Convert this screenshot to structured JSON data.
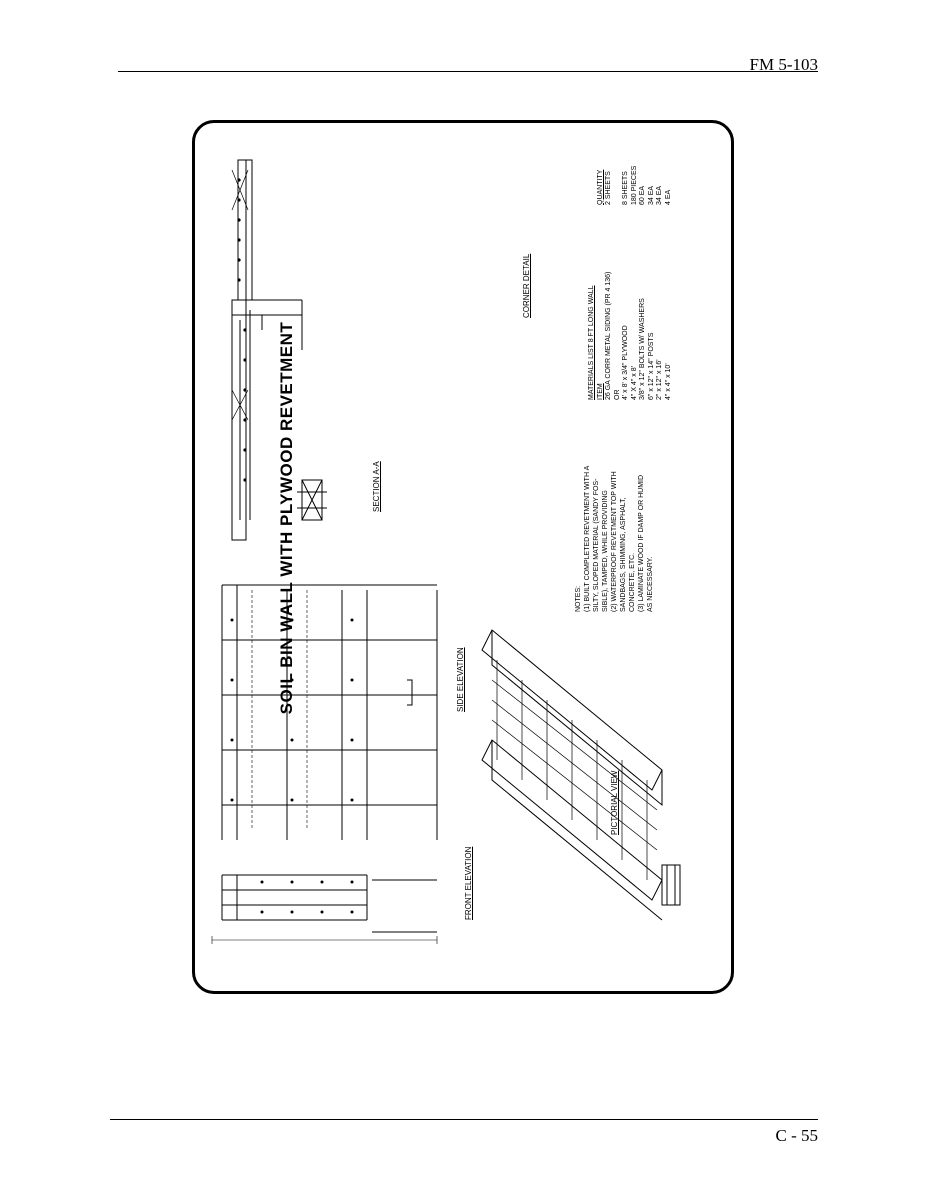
{
  "header": {
    "doc_id": "FM 5-103"
  },
  "footer": {
    "page_number": "C - 55"
  },
  "figure": {
    "title": "SOIL BIN WALL WITH PLYWOOD REVETMENT",
    "views": {
      "front_elevation": "FRONT ELEVATION",
      "side_elevation": "SIDE ELEVATION",
      "section_aa": "SECTION A-A",
      "corner_detail": "CORNER DETAIL",
      "pictorial_view": "PICTORIAL VIEW"
    },
    "notes": [
      "NOTES:",
      "(1) BUILT COMPLETED REVETMENT WITH A",
      "    SILTY, SLOPED MATERIAL (SANDY FOS-",
      "    SIBLE), TAMPED, WHILE PROVIDING",
      "(2) WATERPROOF REVETMENT TOP WITH",
      "    SANDBAGS, SHIMMING, ASPHALT,",
      "    CONCRETE, ETC.",
      "(3) LAMINATE WOOD IF DAMP OR HUMID",
      "    AS NECESSARY."
    ],
    "materials": {
      "heading": "MATERIALS LIST    8 FT LONG WALL",
      "col_item": "ITEM",
      "col_qty": "QUANTITY",
      "rows": [
        {
          "item": "26 GA CORR METAL SIDING (PR 4 136)",
          "qty": "2 SHEETS"
        },
        {
          "item": "OR",
          "qty": ""
        },
        {
          "item": "4' x 8' x 3/4\" PLYWOOD",
          "qty": "8 SHEETS"
        },
        {
          "item": "4\" X 4\" x 8'",
          "qty": "180 PIECES"
        },
        {
          "item": "3/8\" x 12\" BOLTS W/ WASHERS",
          "qty": "60 EA"
        },
        {
          "item": "6\" x 12\" x 14\" POSTS",
          "qty": "34 EA"
        },
        {
          "item": "2\" x 12\" x 16'",
          "qty": "34 EA"
        },
        {
          "item": "4\" x 4\" x 10'",
          "qty": "4 EA"
        }
      ]
    }
  }
}
